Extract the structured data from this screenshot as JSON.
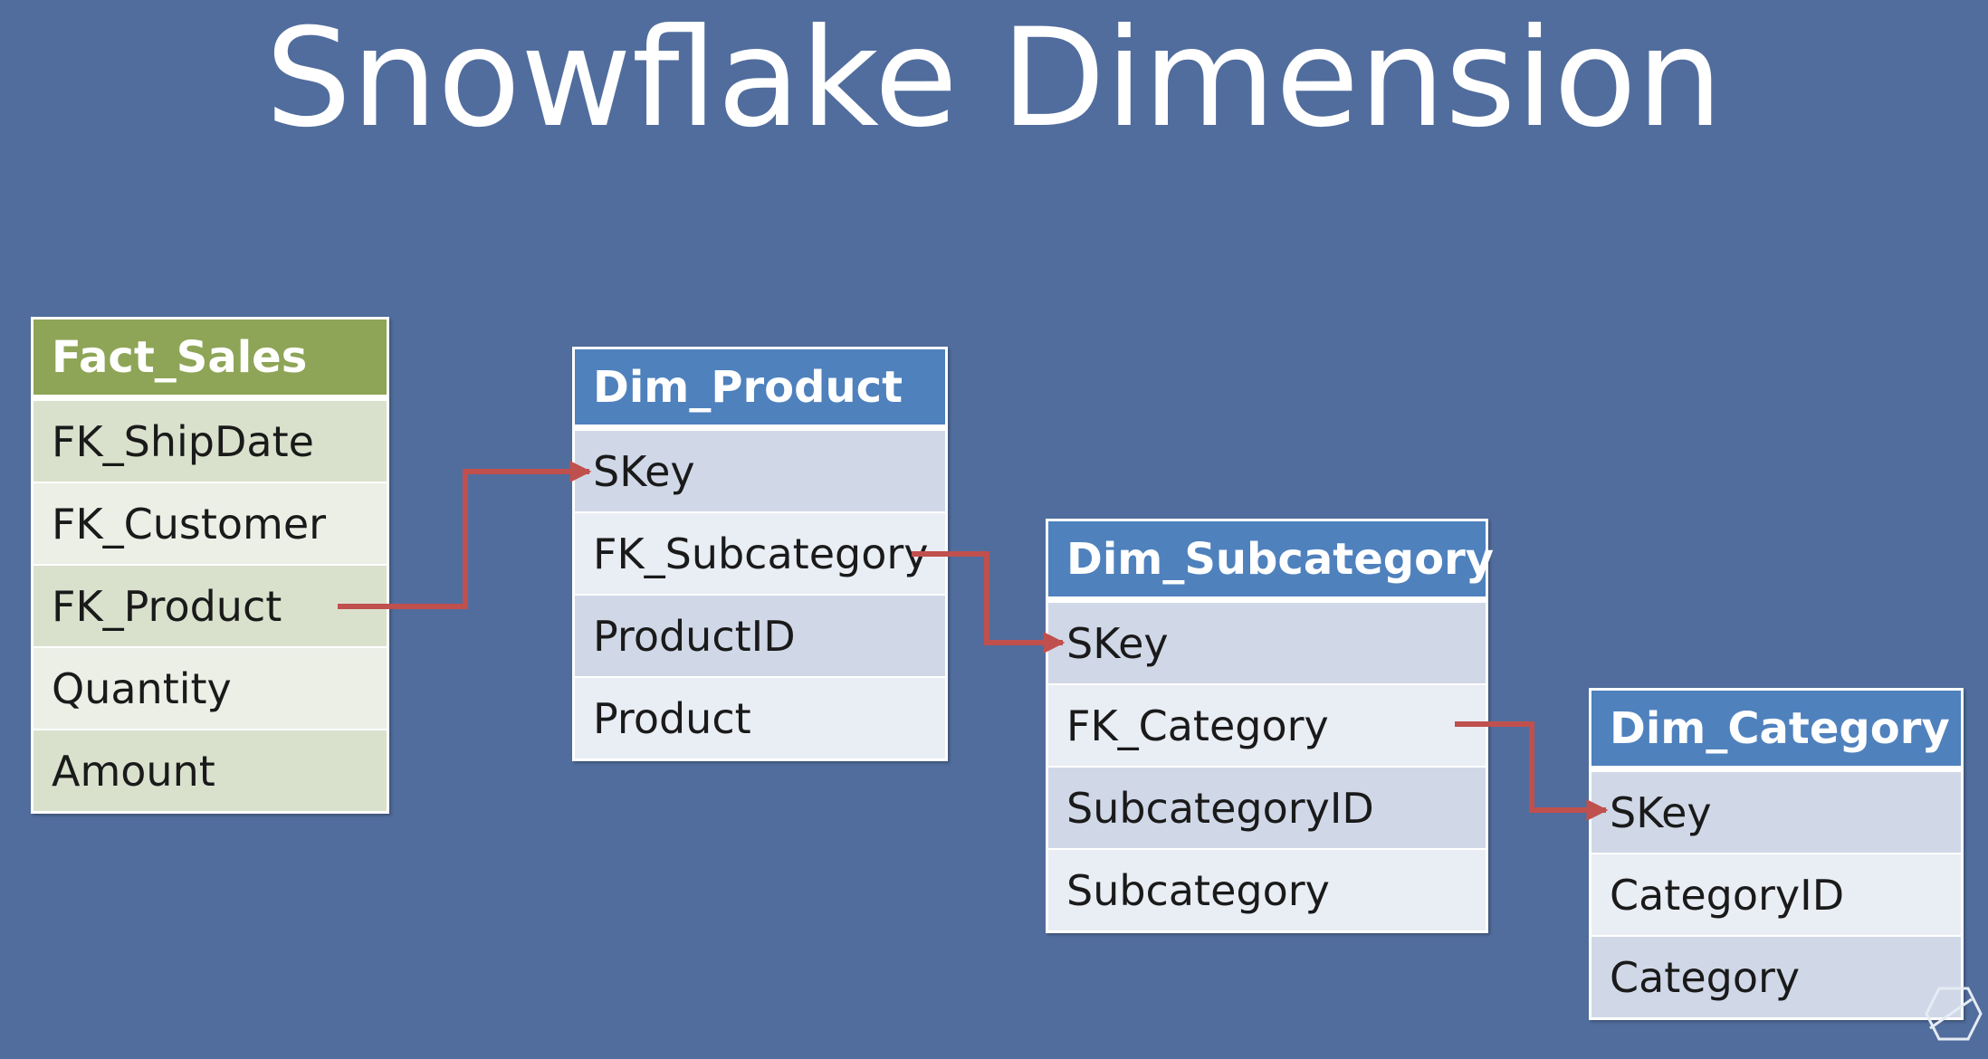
{
  "slide": {
    "title": "Snowflake Dimension"
  },
  "tables": {
    "fact_sales": {
      "name": "Fact_Sales",
      "fields": [
        "FK_ShipDate",
        "FK_Customer",
        "FK_Product",
        "Quantity",
        "Amount"
      ]
    },
    "dim_product": {
      "name": "Dim_Product",
      "fields": [
        "SKey",
        "FK_Subcategory",
        "ProductID",
        "Product"
      ]
    },
    "dim_subcategory": {
      "name": "Dim_Subcategory",
      "fields": [
        "SKey",
        "FK_Category",
        "SubcategoryID",
        "Subcategory"
      ]
    },
    "dim_category": {
      "name": "Dim_Category",
      "fields": [
        "SKey",
        "CategoryID",
        "Category"
      ]
    }
  },
  "colors": {
    "background": "#516d9d",
    "fact_header": "#8ea557",
    "dim_header": "#4f81bd",
    "connector": "#c0504d"
  },
  "icons": {
    "corner_logo": "hexagon-logo-icon"
  }
}
